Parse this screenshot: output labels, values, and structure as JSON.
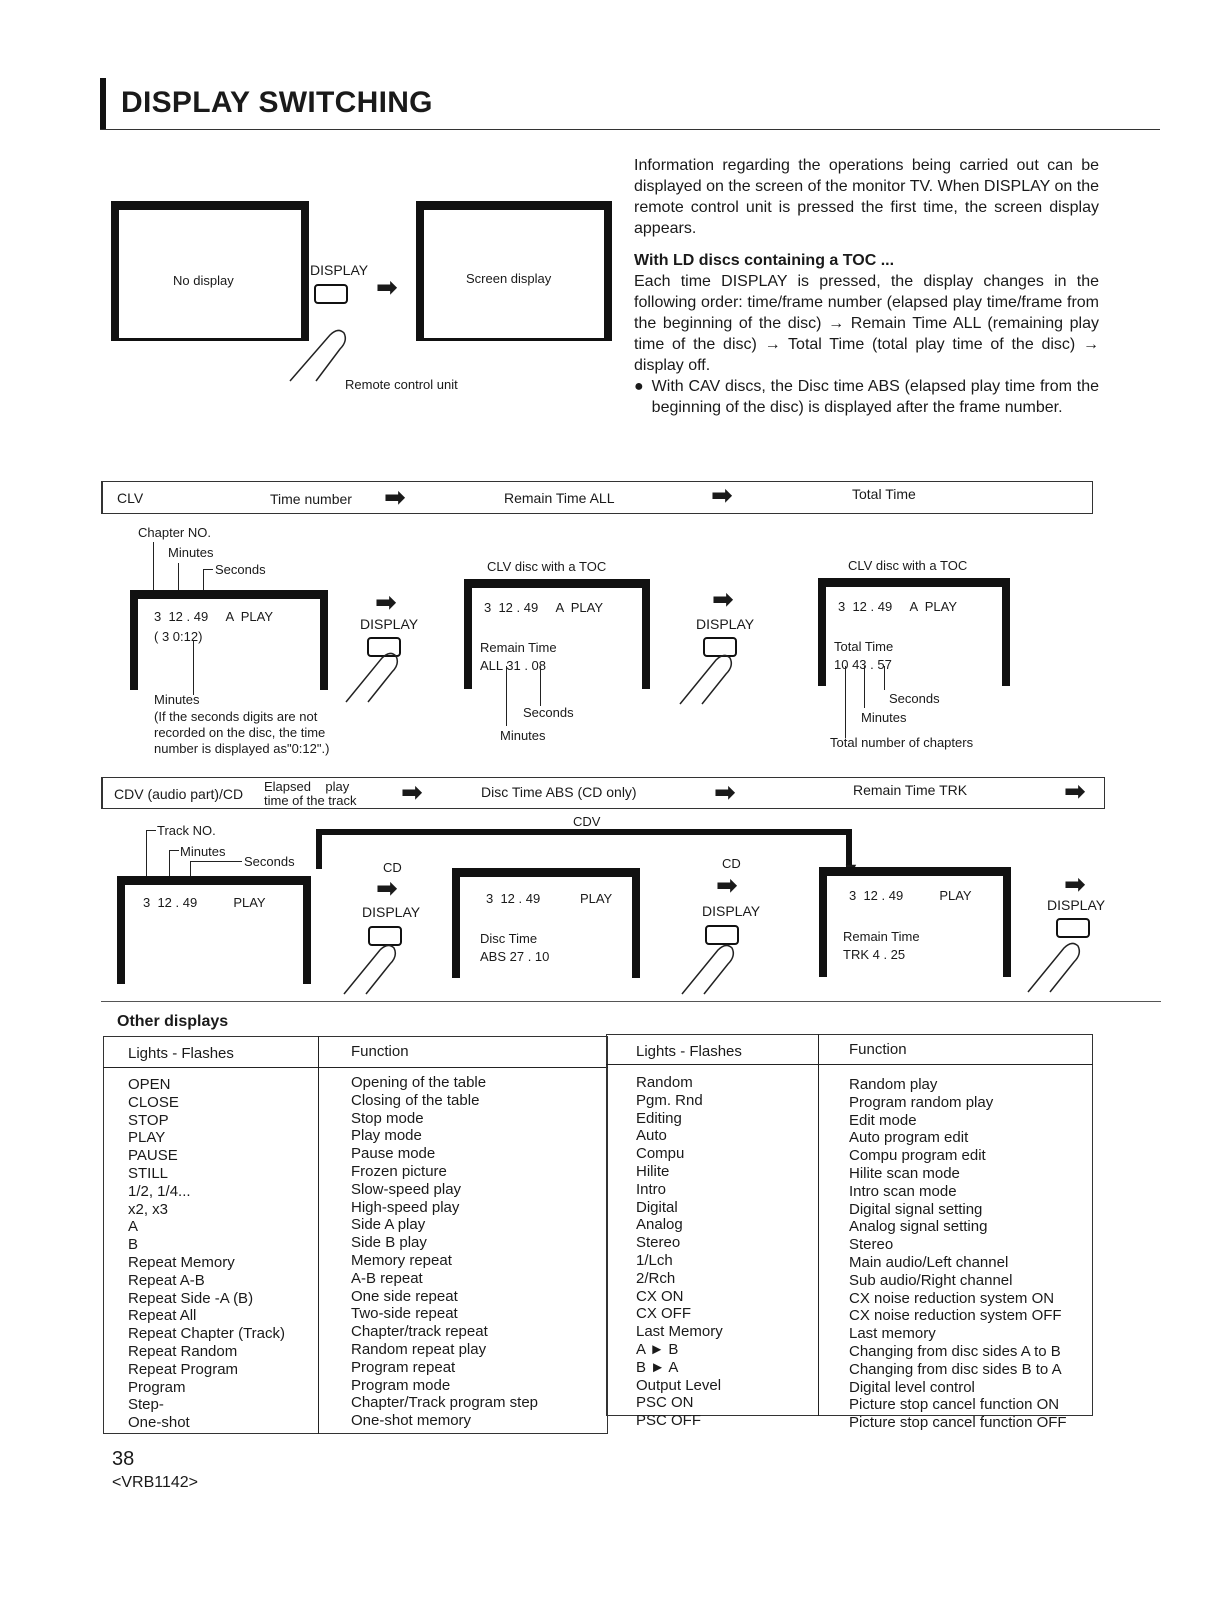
{
  "header": {
    "title": "DISPLAY SWITCHING"
  },
  "top_diagram": {
    "no_display": "No display",
    "display_btn": "DISPLAY",
    "screen_display": "Screen display",
    "remote_label": "Remote control unit"
  },
  "intro": {
    "para1": "Information regarding the operations being carried out can be displayed on the screen of the monitor TV. When DISPLAY on the remote control unit is pressed the first time, the screen display appears.",
    "subheading": "With LD discs containing a TOC ...",
    "para2": "Each time DISPLAY is pressed, the display changes in the following order: time/frame number (elapsed play time/frame from the beginning of the disc) → Remain Time ALL (remaining play time of the disc) → Total Time (total play time of the disc) → display off.",
    "bullet_dot": "●",
    "bullet": "With CAV discs, the Disc time ABS (elapsed play time from the beginning of the disc) is displayed after the frame number."
  },
  "clv_band": {
    "label": "CLV",
    "step1": "Time number",
    "step2": "Remain Time ALL",
    "step3": "Total Time"
  },
  "clv": {
    "chapter_no": "Chapter NO.",
    "minutes": "Minutes",
    "seconds": "Seconds",
    "screen1_line1": "3  12 . 49     A  PLAY",
    "screen1_line2": "( 3  0:12)",
    "minutes_bottom": "Minutes",
    "note1": "(If the seconds digits are not",
    "note2": "recorded on the disc, the time",
    "note3": "number is displayed as\"0:12\".)",
    "display_btn": "DISPLAY",
    "toc_label": "CLV disc with a TOC",
    "screen2_line1": "3  12 . 49     A  PLAY",
    "screen2_line2": "Remain Time",
    "screen2_line3": "ALL 31 . 08",
    "screen2_seconds": "Seconds",
    "screen2_minutes": "Minutes",
    "screen3_line1": "3  12 . 49     A  PLAY",
    "screen3_line2": "Total Time",
    "screen3_line3": "10  43 . 57",
    "screen3_seconds": "Seconds",
    "screen3_minutes": "Minutes",
    "screen3_chapters": "Total number of chapters"
  },
  "cdv_band": {
    "label": "CDV (audio part)/CD",
    "step1a": "Elapsed    play",
    "step1b": "time of the track",
    "step2": "Disc Time ABS (CD only)",
    "step3": "Remain Time TRK"
  },
  "cdv": {
    "track_no": "Track NO.",
    "minutes": "Minutes",
    "seconds": "Seconds",
    "cdv_label": "CDV",
    "cd_label": "CD",
    "display_btn": "DISPLAY",
    "screen1_line1": "3  12 . 49          PLAY",
    "screen2_line1": "3  12 . 49           PLAY",
    "screen2_line2": "Disc Time",
    "screen2_line3": "ABS 27 . 10",
    "screen3_line1": "3  12 . 49          PLAY",
    "screen3_line2": "Remain Time",
    "screen3_line3": "TRK  4 . 25"
  },
  "other_displays": {
    "title": "Other displays",
    "headers": [
      "Lights - Flashes",
      "Function",
      "Lights - Flashes",
      "Function"
    ],
    "left_lights": [
      "OPEN",
      "CLOSE",
      "STOP",
      "PLAY",
      "PAUSE",
      "STILL",
      "1/2, 1/4...",
      "x2, x3",
      "A",
      "B",
      "Repeat Memory",
      "Repeat A-B",
      "Repeat Side -A (B)",
      "Repeat All",
      "Repeat Chapter (Track)",
      "Repeat Random",
      "Repeat Program",
      "Program",
      "Step-",
      "One-shot"
    ],
    "left_functions": [
      "Opening of the table",
      "Closing of the table",
      "Stop mode",
      "Play mode",
      "Pause mode",
      "Frozen picture",
      "Slow-speed play",
      "High-speed play",
      "Side A play",
      "Side B play",
      "Memory repeat",
      "A-B repeat",
      "One side repeat",
      "Two-side repeat",
      "Chapter/track repeat",
      "Random repeat play",
      "Program repeat",
      "Program mode",
      "Chapter/Track program step",
      "One-shot memory"
    ],
    "right_lights": [
      "Random",
      "Pgm. Rnd",
      "Editing",
      "Auto",
      "Compu",
      "Hilite",
      "Intro",
      "Digital",
      "Analog",
      "Stereo",
      "1/Lch",
      "2/Rch",
      "CX ON",
      "CX OFF",
      "Last Memory",
      "A ► B",
      "B ► A",
      "Output Level",
      "PSC ON",
      "PSC OFF"
    ],
    "right_functions": [
      "Random play",
      "Program random play",
      "Edit mode",
      "Auto program edit",
      "Compu program edit",
      "Hilite scan mode",
      "Intro scan mode",
      "Digital signal setting",
      "Analog signal setting",
      "Stereo",
      "Main audio/Left channel",
      "Sub audio/Right channel",
      "CX noise reduction system ON",
      "CX noise reduction system OFF",
      "Last memory",
      "Changing from disc sides A to B",
      "Changing from disc sides B to A",
      "Digital level control",
      "Picture stop cancel function ON",
      "Picture stop cancel function OFF"
    ]
  },
  "footer": {
    "page": "38",
    "code": "<VRB1142>"
  },
  "icons": {
    "arrow": "➡",
    "down_arrow": "▼"
  }
}
